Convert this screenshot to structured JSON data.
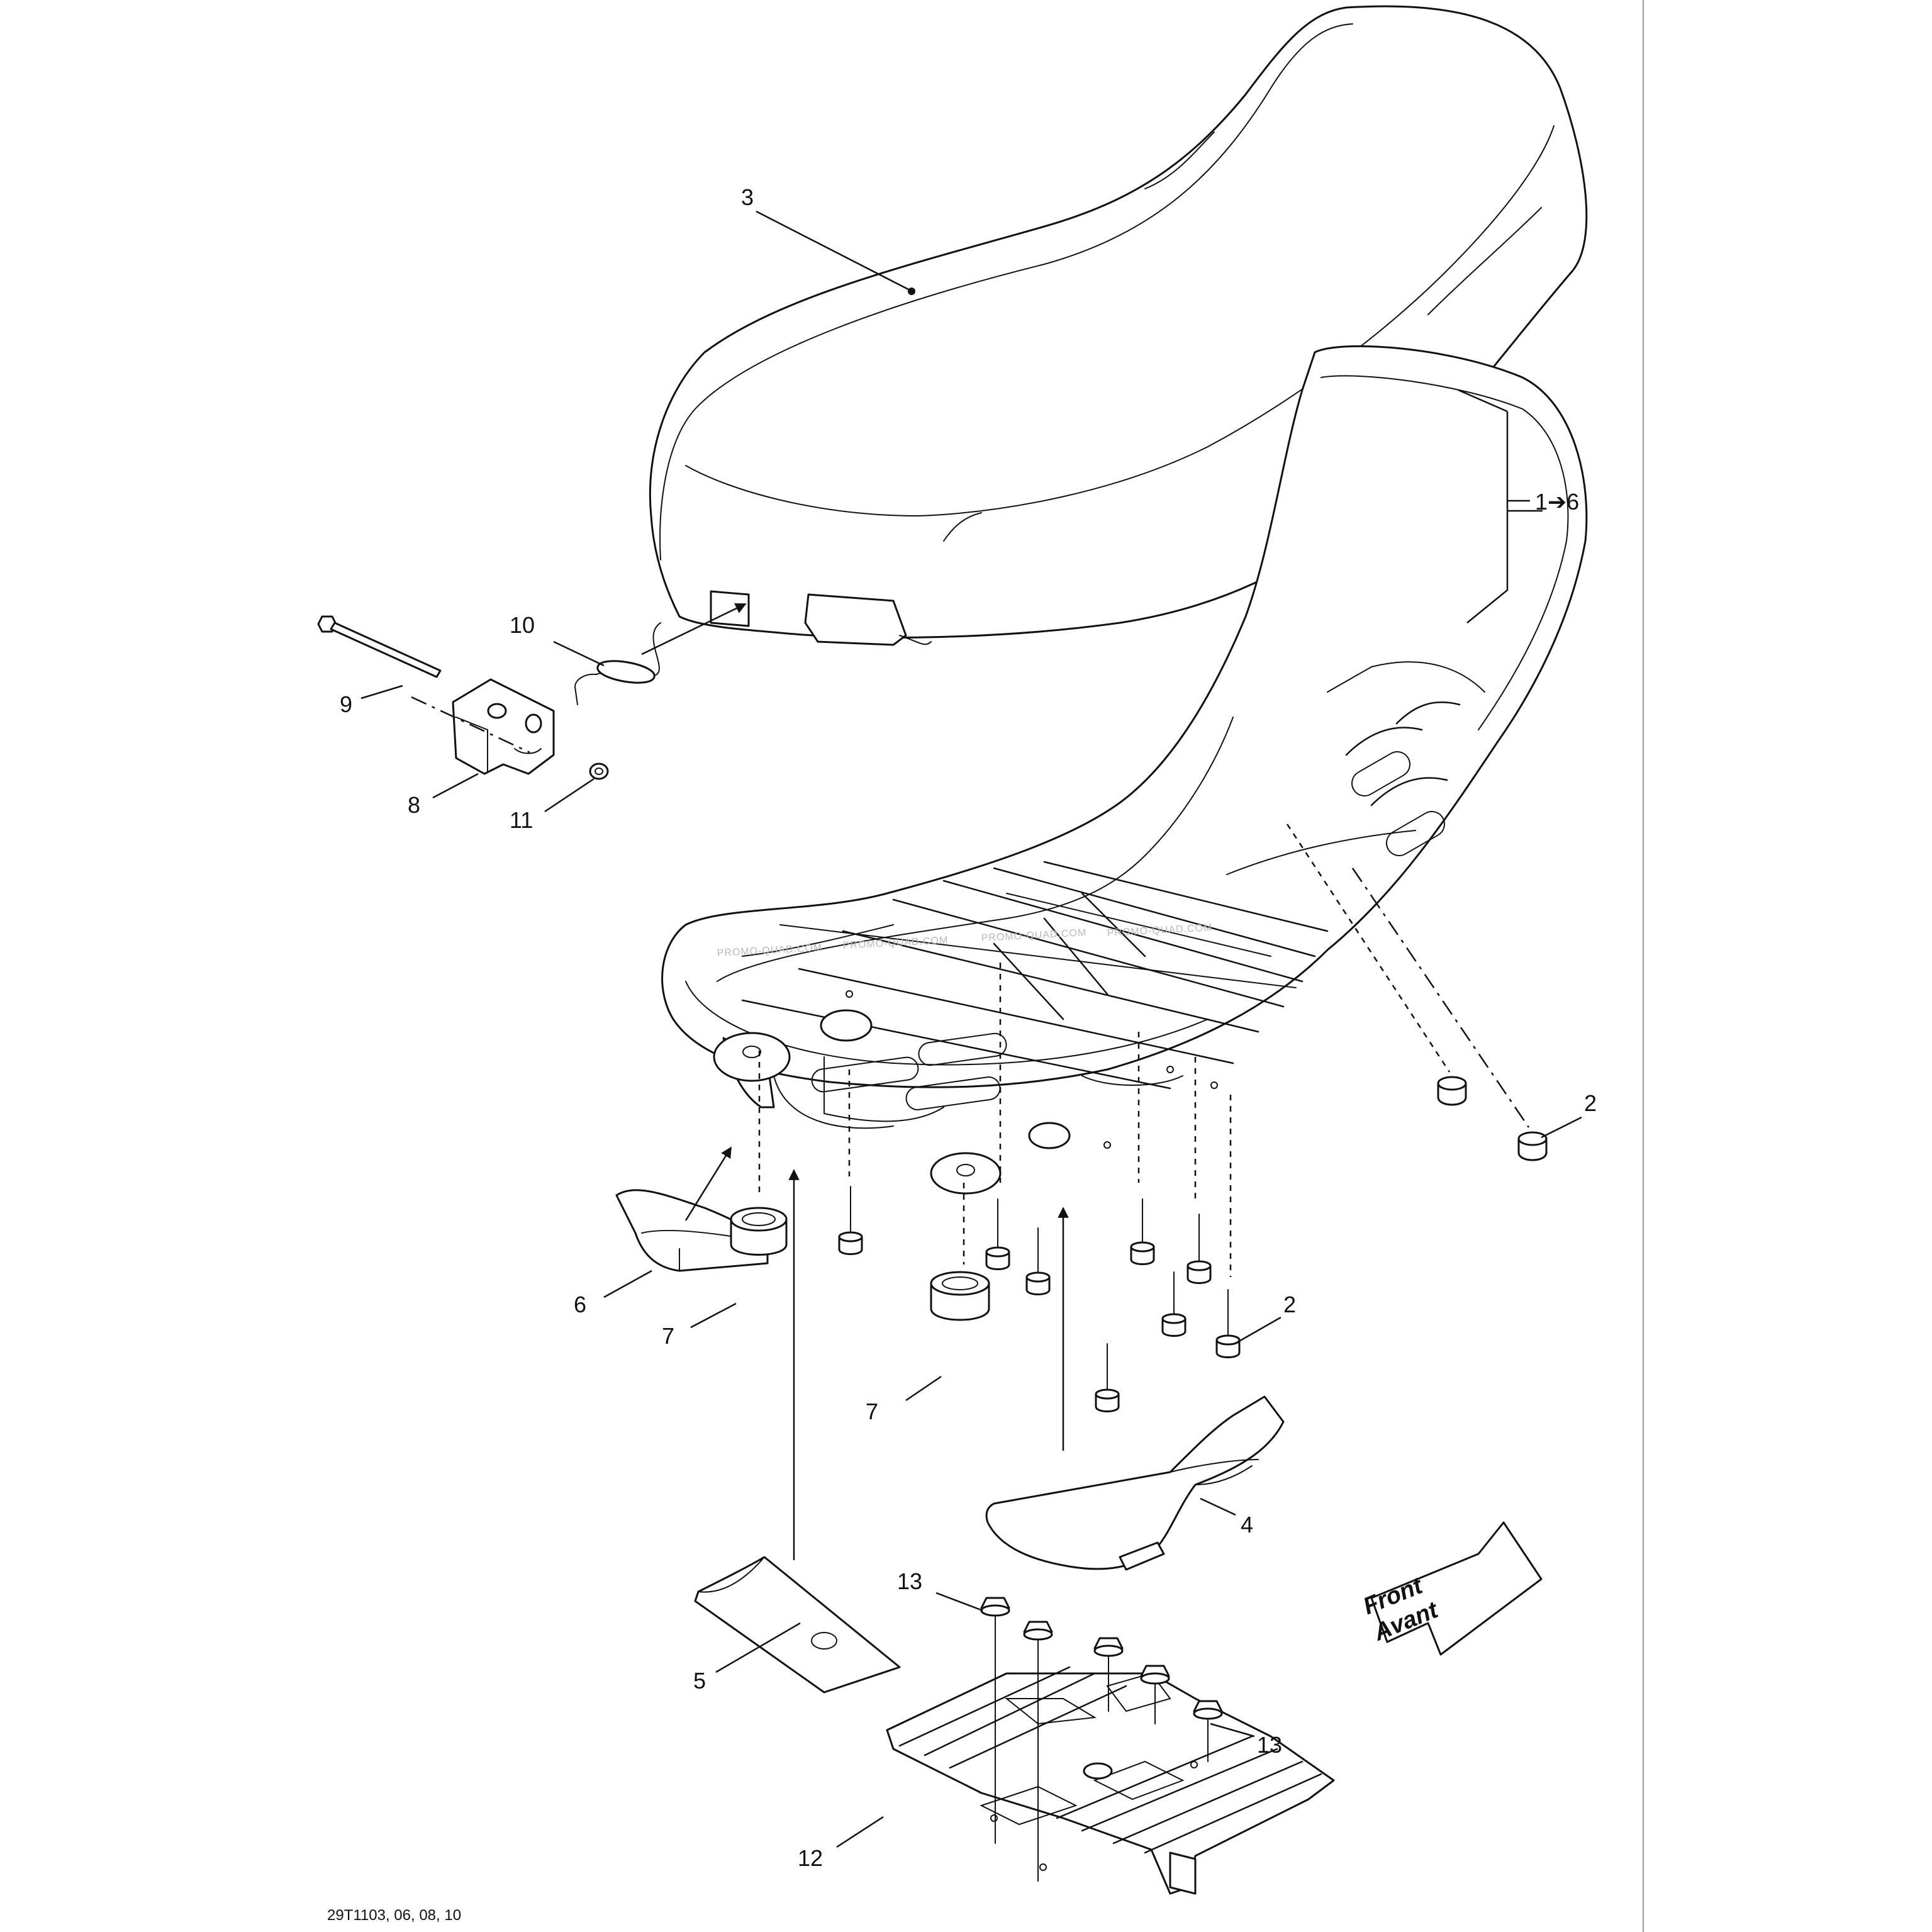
{
  "callouts": {
    "c1_6": "1➔6",
    "c2_a": "2",
    "c2_b": "2",
    "c3": "3",
    "c4": "4",
    "c5": "5",
    "c6": "6",
    "c7_a": "7",
    "c7_b": "7",
    "c8": "8",
    "c9": "9",
    "c10": "10",
    "c11": "11",
    "c12": "12",
    "c13_a": "13",
    "c13_b": "13"
  },
  "front_arrow": {
    "line1": "Front",
    "line2": "Avant"
  },
  "watermark": "PROMO-QUAD.COM",
  "diagram_code": "29T1103, 06, 08, 10"
}
